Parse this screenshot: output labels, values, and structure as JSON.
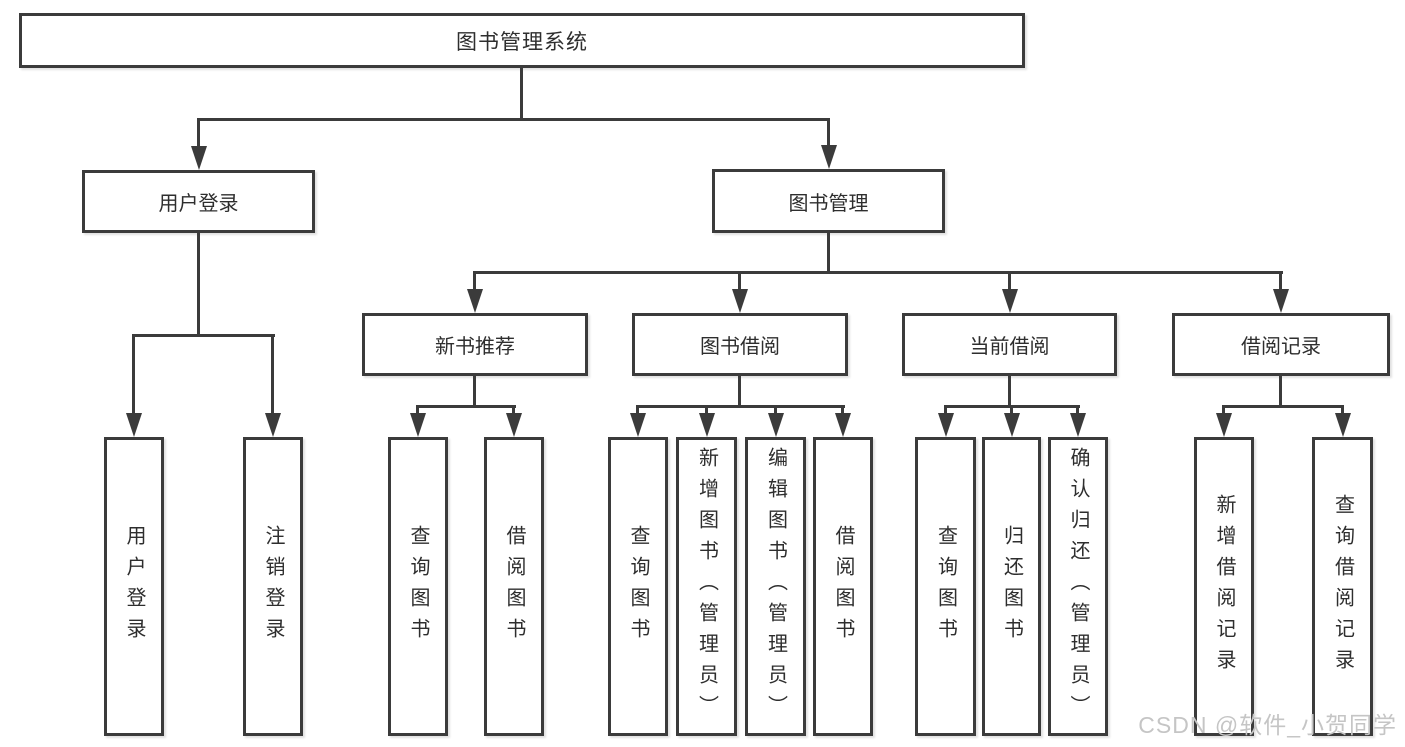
{
  "diagram": {
    "watermark": "CSDN @软件_小贺同学",
    "colors": {
      "line": "#3b3b3b",
      "text": "#2e2e2e",
      "box_fill": "#ffffff",
      "background": "#ffffff",
      "watermark": "#c5c5c5"
    },
    "nodes": {
      "root": {
        "label": "图书管理系统"
      },
      "user_login": {
        "label": "用户登录"
      },
      "book_mgmt": {
        "label": "图书管理"
      },
      "new_rec": {
        "label": "新书推荐"
      },
      "book_borrow": {
        "label": "图书借阅"
      },
      "current_borrow": {
        "label": "当前借阅"
      },
      "borrow_record": {
        "label": "借阅记录"
      },
      "user_login_leaf": {
        "label": "用户登录"
      },
      "logout_leaf": {
        "label": "注销登录"
      },
      "rec_query_book": {
        "label": "查询图书"
      },
      "rec_borrow_book": {
        "label": "借阅图书"
      },
      "bb_query_book": {
        "label": "查询图书"
      },
      "bb_add_book": {
        "label": "新增图书（管理员）"
      },
      "bb_edit_book": {
        "label": "编辑图书（管理员）"
      },
      "bb_borrow_book": {
        "label": "借阅图书"
      },
      "cb_query_book": {
        "label": "查询图书"
      },
      "cb_return_book": {
        "label": "归还图书"
      },
      "cb_confirm_return": {
        "label": "确认归还（管理员）"
      },
      "br_add_record": {
        "label": "新增借阅记录"
      },
      "br_query_record": {
        "label": "查询借阅记录"
      }
    }
  }
}
